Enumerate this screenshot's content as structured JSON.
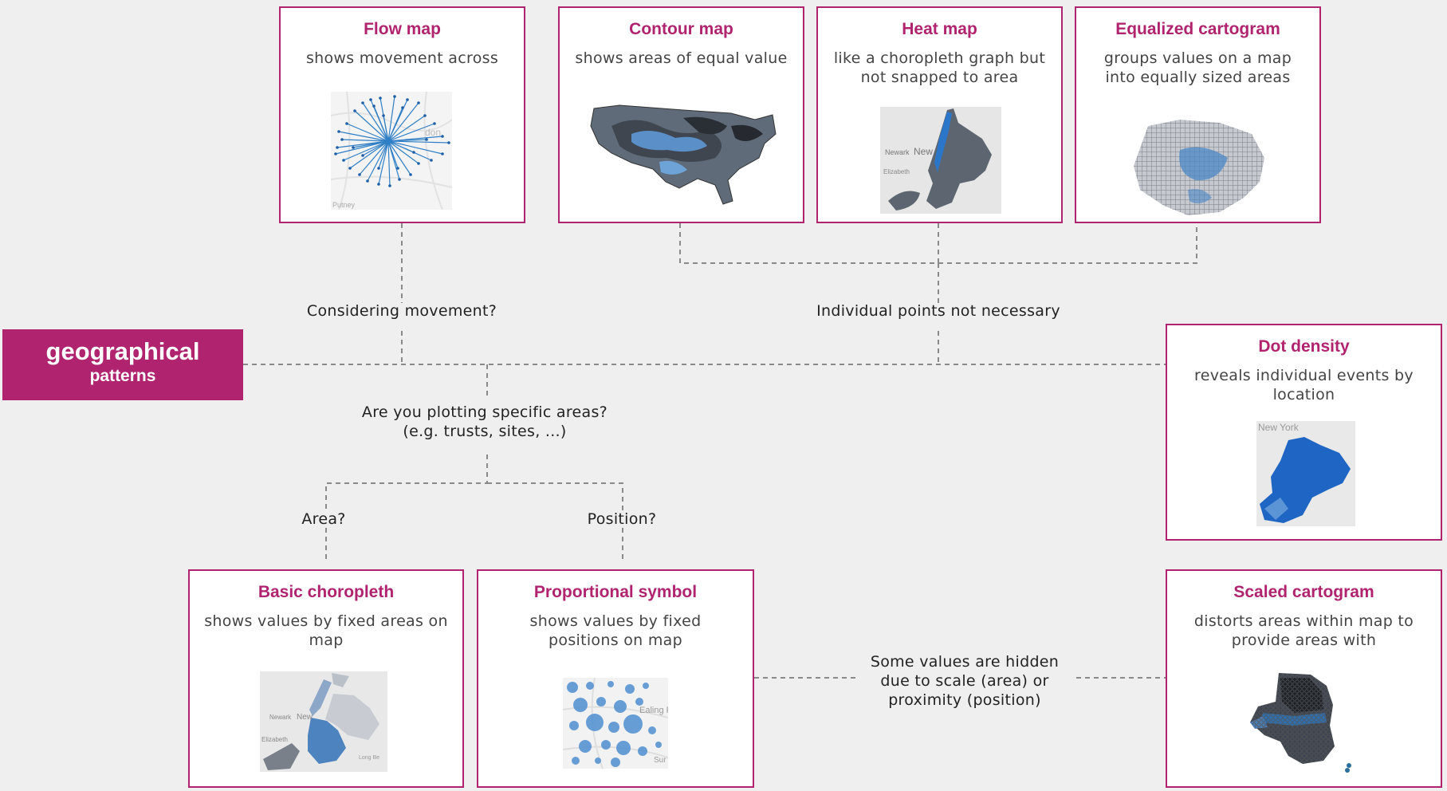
{
  "root": {
    "line1": "geographical",
    "line2": "patterns"
  },
  "cards": {
    "flow": {
      "title": "Flow map",
      "desc": "shows movement across"
    },
    "contour": {
      "title": "Contour map",
      "desc": "shows areas of equal value"
    },
    "heat": {
      "title": "Heat map",
      "desc": "like a choropleth graph but not snapped to area"
    },
    "equalized": {
      "title": "Equalized cartogram",
      "desc": "groups values on a map into equally sized areas"
    },
    "dot": {
      "title": "Dot density",
      "desc": "reveals individual events by location"
    },
    "choropleth": {
      "title": "Basic choropleth",
      "desc": "shows values by fixed areas on map"
    },
    "proportional": {
      "title": "Proportional symbol",
      "desc": "shows values by fixed positions on map"
    },
    "scaled": {
      "title": "Scaled cartogram",
      "desc": "distorts areas within map to provide areas with"
    }
  },
  "questions": {
    "movement": "Considering movement?",
    "individual": "Individual points not necessary",
    "specific_line1": "Are you plotting specific areas?",
    "specific_line2": "(e.g. trusts, sites, ...)",
    "area": "Area?",
    "position": "Position?",
    "hidden_line1": "Some values are hidden",
    "hidden_line2": "due to scale (area) or",
    "hidden_line3": "proximity (position)"
  },
  "thumbnails": {
    "dot_caption": "New York",
    "heat_caption1": "Newark",
    "heat_caption2": "New",
    "heat_caption3": "Elizabeth",
    "choro_caption1": "Newark",
    "choro_caption2": "New",
    "choro_caption3": "Elizabeth",
    "choro_caption4": "Long Be",
    "prop_caption1": "Ealing F",
    "prop_caption2": "Sur",
    "flow_caption1": "don",
    "flow_caption2": "Putney"
  },
  "colors": {
    "accent": "#b0246f",
    "connector": "#888888",
    "background": "#efefef"
  }
}
